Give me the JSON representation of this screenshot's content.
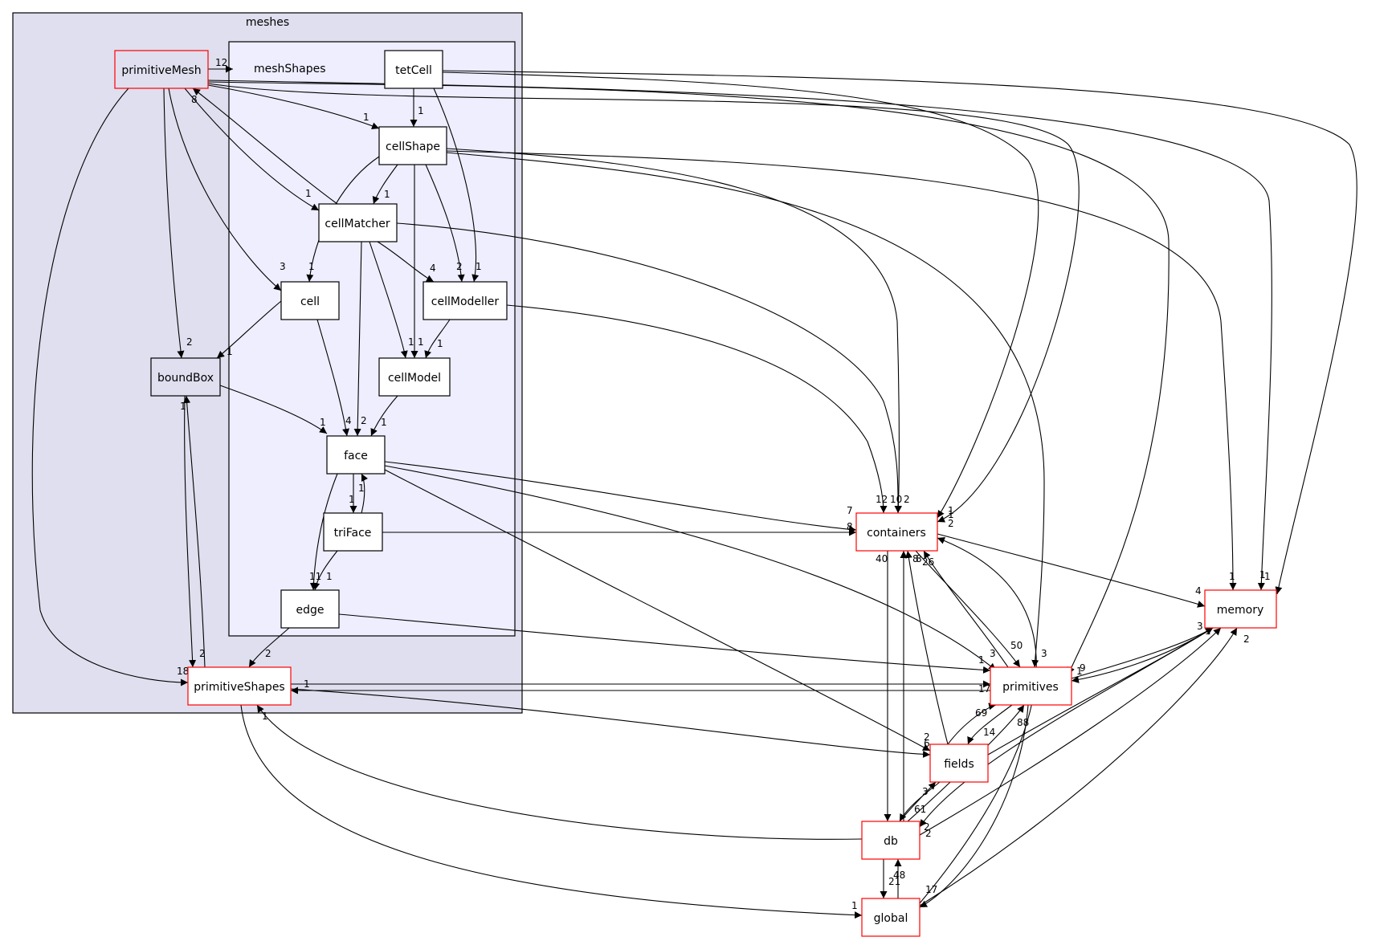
{
  "diagram": {
    "clusters": [
      {
        "id": "meshes",
        "label": "meshes"
      },
      {
        "id": "meshShapes",
        "label": "meshShapes"
      }
    ],
    "nodes": [
      {
        "id": "primitiveMesh",
        "label": "primitiveMesh",
        "border": "#ff0000"
      },
      {
        "id": "tetCell",
        "label": "tetCell",
        "border": "#000000"
      },
      {
        "id": "cellShape",
        "label": "cellShape",
        "border": "#000000"
      },
      {
        "id": "cellMatcher",
        "label": "cellMatcher",
        "border": "#000000"
      },
      {
        "id": "cellModeller",
        "label": "cellModeller",
        "border": "#000000"
      },
      {
        "id": "cell",
        "label": "cell",
        "border": "#000000"
      },
      {
        "id": "boundBox",
        "label": "boundBox",
        "border": "#000000"
      },
      {
        "id": "cellModel",
        "label": "cellModel",
        "border": "#000000"
      },
      {
        "id": "face",
        "label": "face",
        "border": "#000000"
      },
      {
        "id": "triFace",
        "label": "triFace",
        "border": "#000000"
      },
      {
        "id": "edge",
        "label": "edge",
        "border": "#000000"
      },
      {
        "id": "primitiveShapes",
        "label": "primitiveShapes",
        "border": "#ff0000"
      },
      {
        "id": "containers",
        "label": "containers",
        "border": "#ff0000"
      },
      {
        "id": "memory",
        "label": "memory",
        "border": "#ff0000"
      },
      {
        "id": "primitives",
        "label": "primitives",
        "border": "#ff0000"
      },
      {
        "id": "fields",
        "label": "fields",
        "border": "#ff0000"
      },
      {
        "id": "db",
        "label": "db",
        "border": "#ff0000"
      },
      {
        "id": "global",
        "label": "global",
        "border": "#ff0000"
      }
    ],
    "edges": [
      {
        "from": "primitiveMesh",
        "to": "meshShapes",
        "label": "12"
      },
      {
        "from": "primitiveMesh",
        "to": "cellShape",
        "label": "1"
      },
      {
        "from": "primitiveMesh",
        "to": "cellMatcher",
        "label": "1"
      },
      {
        "from": "primitiveMesh",
        "to": "cell",
        "label": "3"
      },
      {
        "from": "primitiveMesh",
        "to": "boundBox",
        "label": "2"
      },
      {
        "from": "primitiveMesh",
        "to": "primitiveShapes",
        "label": "18"
      },
      {
        "from": "primitiveMesh",
        "to": "containers",
        "label": "1"
      },
      {
        "from": "primitiveMesh",
        "to": "primitives",
        "label": "1"
      },
      {
        "from": "primitiveMesh",
        "to": "memory",
        "label": "1"
      },
      {
        "from": "tetCell",
        "to": "cellShape",
        "label": "1"
      },
      {
        "from": "tetCell",
        "to": "cellModeller",
        "label": "1"
      },
      {
        "from": "tetCell",
        "to": "containers",
        "label": "1"
      },
      {
        "from": "tetCell",
        "to": "memory",
        "label": "1"
      },
      {
        "from": "cellShape",
        "to": "cellMatcher",
        "label": "1"
      },
      {
        "from": "cellShape",
        "to": "cell",
        "label": "1"
      },
      {
        "from": "cellShape",
        "to": "cellModeller",
        "label": "2"
      },
      {
        "from": "cellShape",
        "to": "cellModel",
        "label": "1"
      },
      {
        "from": "cellShape",
        "to": "containers",
        "label": "2"
      },
      {
        "from": "cellShape",
        "to": "primitives",
        "label": "3"
      },
      {
        "from": "cellShape",
        "to": "memory",
        "label": "1"
      },
      {
        "from": "cellMatcher",
        "to": "cellModeller",
        "label": "4"
      },
      {
        "from": "cellMatcher",
        "to": "cellModel",
        "label": "1"
      },
      {
        "from": "cellMatcher",
        "to": "face",
        "label": "2"
      },
      {
        "from": "cellMatcher",
        "to": "primitiveMesh",
        "label": "8"
      },
      {
        "from": "cellMatcher",
        "to": "containers",
        "label": "10"
      },
      {
        "from": "cellModeller",
        "to": "cellModel",
        "label": "1"
      },
      {
        "from": "cellModeller",
        "to": "containers",
        "label": "12"
      },
      {
        "from": "cell",
        "to": "boundBox",
        "label": "1"
      },
      {
        "from": "cell",
        "to": "face",
        "label": "4"
      },
      {
        "from": "boundBox",
        "to": "face",
        "label": "1"
      },
      {
        "from": "boundBox",
        "to": "primitiveShapes",
        "label": "2"
      },
      {
        "from": "cellModel",
        "to": "face",
        "label": "1"
      },
      {
        "from": "face",
        "to": "triFace",
        "label": "1"
      },
      {
        "from": "face",
        "to": "edge",
        "label": "11"
      },
      {
        "from": "face",
        "to": "containers",
        "label": "7"
      },
      {
        "from": "face",
        "to": "primitives",
        "label": "3"
      },
      {
        "from": "face",
        "to": "fields",
        "label": "2"
      },
      {
        "from": "triFace",
        "to": "face",
        "label": "1"
      },
      {
        "from": "triFace",
        "to": "edge",
        "label": "1"
      },
      {
        "from": "triFace",
        "to": "containers",
        "label": "8"
      },
      {
        "from": "edge",
        "to": "primitiveShapes",
        "label": "2"
      },
      {
        "from": "edge",
        "to": "primitives",
        "label": "1"
      },
      {
        "from": "primitiveShapes",
        "to": "boundBox",
        "label": "1"
      },
      {
        "from": "primitiveShapes",
        "to": "primitives",
        "label": "17"
      },
      {
        "from": "primitiveShapes",
        "to": "fields",
        "label": "6"
      },
      {
        "from": "primitiveShapes",
        "to": "global",
        "label": "1"
      },
      {
        "from": "containers",
        "to": "db",
        "label": "40"
      },
      {
        "from": "containers",
        "to": "memory",
        "label": "4"
      },
      {
        "from": "containers",
        "to": "primitives",
        "label": "50"
      },
      {
        "from": "primitives",
        "to": "containers",
        "label": "26"
      },
      {
        "from": "primitives",
        "to": "memory",
        "label": "3"
      },
      {
        "from": "primitives",
        "to": "fields",
        "label": "14"
      },
      {
        "from": "primitives",
        "to": "global",
        "label": "17"
      },
      {
        "from": "primitives",
        "to": "primitiveShapes",
        "label": "1"
      },
      {
        "from": "memory",
        "to": "primitives",
        "label": "9"
      },
      {
        "from": "memory",
        "to": "db",
        "label": "2"
      },
      {
        "from": "fields",
        "to": "primitives",
        "label": "69"
      },
      {
        "from": "fields",
        "to": "containers",
        "label": "8"
      },
      {
        "from": "fields",
        "to": "db",
        "label": "61"
      },
      {
        "from": "fields",
        "to": "memory",
        "label": "1"
      },
      {
        "from": "db",
        "to": "containers",
        "label": "8"
      },
      {
        "from": "db",
        "to": "fields",
        "label": "3"
      },
      {
        "from": "db",
        "to": "global",
        "label": "21"
      },
      {
        "from": "db",
        "to": "memory",
        "label": "2"
      },
      {
        "from": "db",
        "to": "primitives",
        "label": "88"
      },
      {
        "from": "db",
        "to": "primitiveShapes",
        "label": "1"
      },
      {
        "from": "global",
        "to": "db",
        "label": "48"
      },
      {
        "from": "global",
        "to": "containers",
        "label": "2"
      },
      {
        "from": "global",
        "to": "memory",
        "label": "2"
      }
    ]
  }
}
